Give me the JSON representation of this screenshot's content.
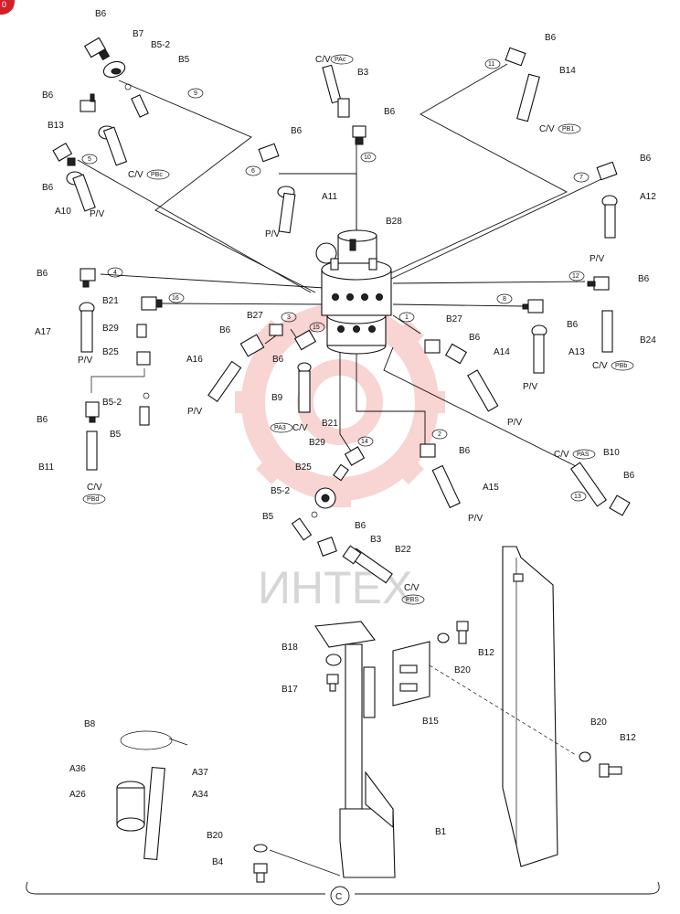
{
  "corner_badge": "0",
  "watermark": "ИНТЕХ",
  "view_marker": "C",
  "labels": {
    "b6": "B6",
    "b7": "B7",
    "b5_2": "B5-2",
    "b5": "B5",
    "b13": "B13",
    "a10": "A10",
    "cv": "C/V",
    "pv": "P/V",
    "b3": "B3",
    "b14": "B14",
    "a11": "A11",
    "b28": "B28",
    "a12": "A12",
    "b21": "B21",
    "b27": "B27",
    "b29": "B29",
    "b25": "B25",
    "a17": "A17",
    "a16": "A16",
    "b9": "B9",
    "a13": "A13",
    "b24": "B24",
    "a14": "A14",
    "b10": "B10",
    "a15": "A15",
    "b11": "B11",
    "b22": "B22",
    "b18": "B18",
    "b17": "B17",
    "b12": "B12",
    "b20": "B20",
    "b15": "B15",
    "b8": "B8",
    "a36": "A36",
    "a37": "A37",
    "a26": "A26",
    "a34": "A34",
    "b4": "B4",
    "b1": "B1"
  },
  "port_codes": {
    "pac": "PAc",
    "pb1": "PB1",
    "pbc": "PBc",
    "pbb": "PBb",
    "pbd": "PBd",
    "pa3": "PA3",
    "pas": "PAS",
    "pbs": "PBS"
  },
  "circle_numbers": [
    "1",
    "2",
    "3",
    "4",
    "5",
    "6",
    "7",
    "8",
    "9",
    "10",
    "11",
    "12",
    "13",
    "14",
    "15",
    "16"
  ]
}
